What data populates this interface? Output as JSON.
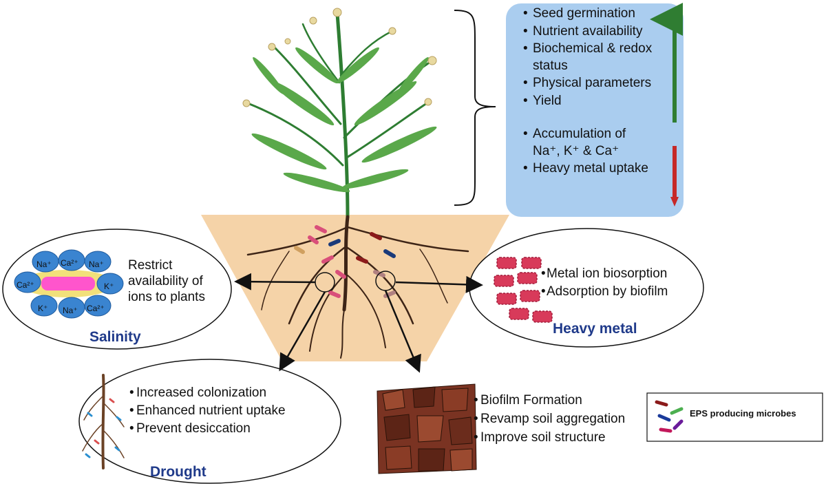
{
  "panel": {
    "increase_items": [
      "Seed germination",
      "Nutrient availability",
      "Biochemical & redox status",
      "Physical parameters",
      "Yield"
    ],
    "decrease_items": [
      "Accumulation of Na⁺, K⁺ & Ca⁺",
      "Heavy metal uptake"
    ],
    "colors": {
      "box": "#aacdef",
      "up_arrow": "#2f7d32",
      "down_arrow": "#c62828"
    }
  },
  "salinity": {
    "title": "Salinity",
    "text_lines": [
      "Restrict",
      "availability of",
      "ions to plants"
    ],
    "ions": [
      "Na⁺",
      "Ca²⁺",
      "Na⁺",
      "Ca²⁺",
      "K⁺",
      "K⁺",
      "Na⁺",
      "Ca²⁺"
    ]
  },
  "heavy_metal": {
    "title": "Heavy metal",
    "items": [
      "Metal ion biosorption",
      "Adsorption by biofilm"
    ]
  },
  "drought": {
    "title": "Drought",
    "items": [
      "Increased colonization",
      "Enhanced nutrient uptake",
      "Prevent desiccation"
    ]
  },
  "soil": {
    "items": [
      "Biofilm Formation",
      "Revamp soil aggregation",
      "Improve soil structure"
    ]
  },
  "legend": {
    "label": "EPS producing microbes"
  }
}
